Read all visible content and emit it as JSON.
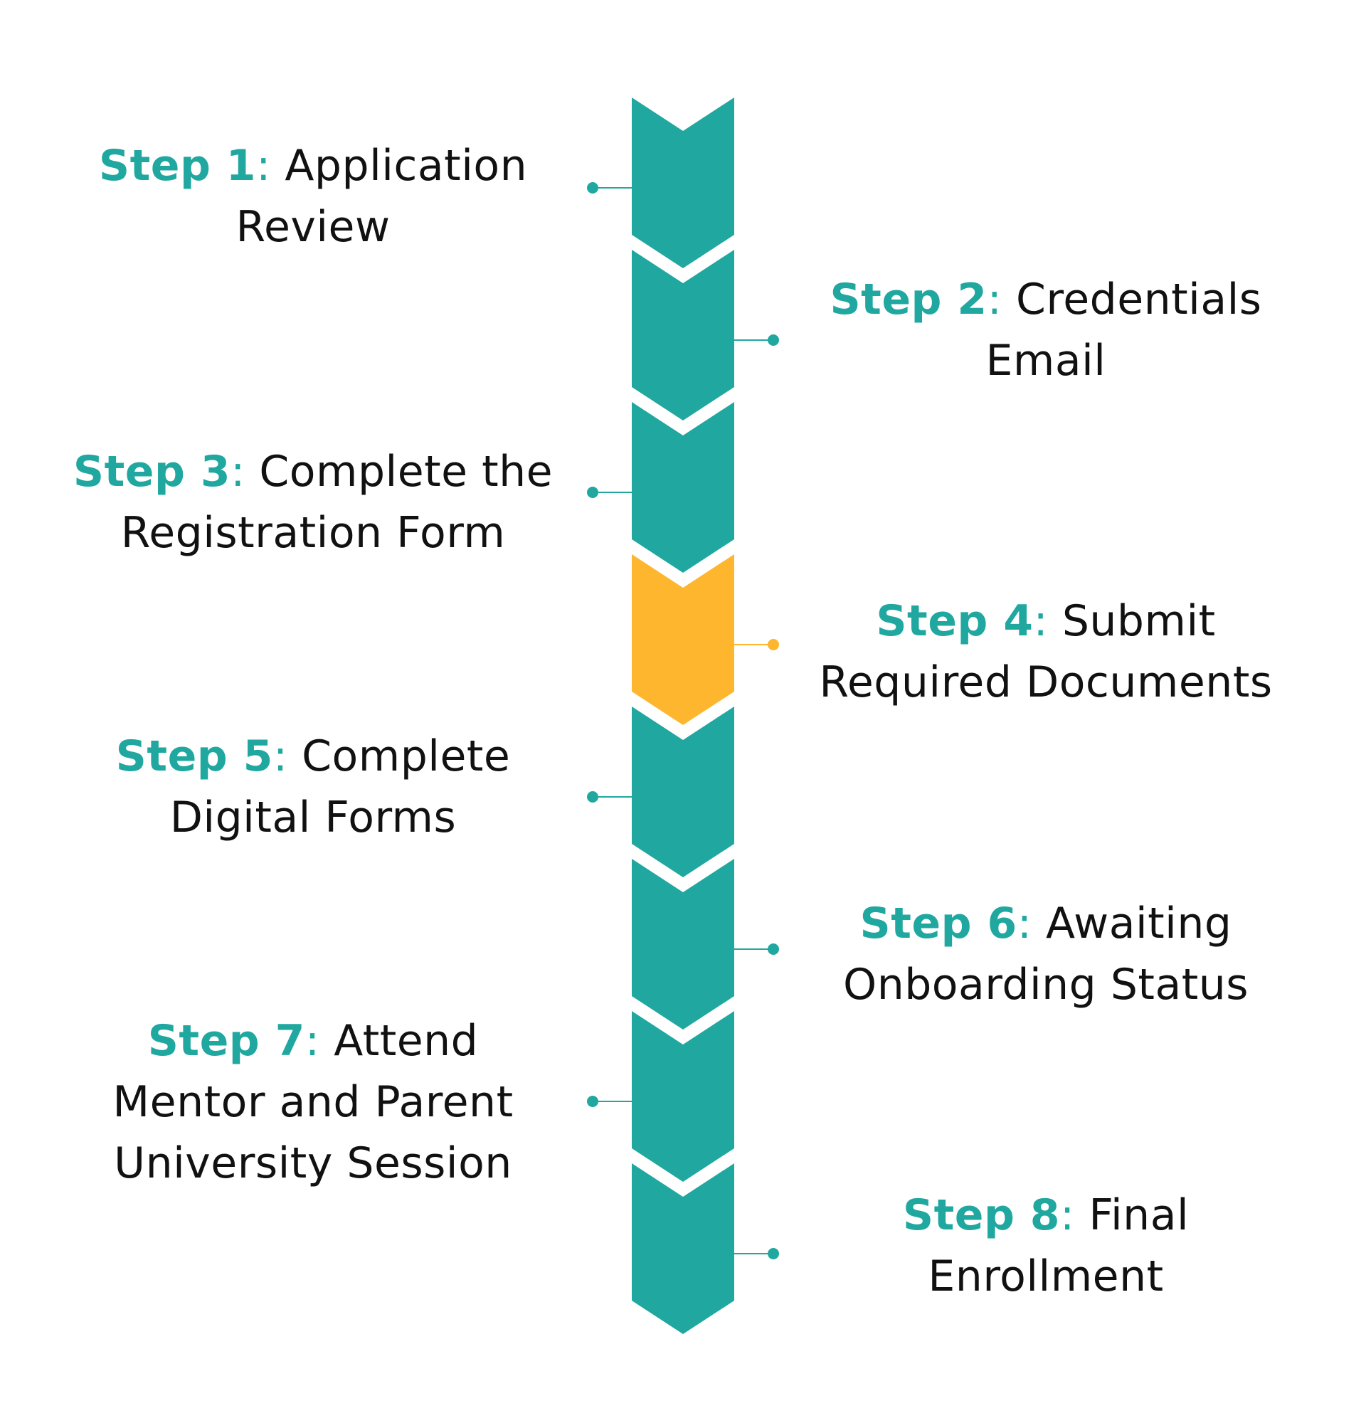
{
  "colors": {
    "accent": "#20A8A0",
    "highlight": "#FDB62E",
    "text": "#111111",
    "background": "#ffffff"
  },
  "steps": [
    {
      "label": "Step 1",
      "title": "Application\nReview",
      "side": "left",
      "highlight": false
    },
    {
      "label": "Step 2",
      "title": "Credentials\nEmail",
      "side": "right",
      "highlight": false
    },
    {
      "label": "Step 3",
      "title": "Complete the\nRegistration Form",
      "side": "left",
      "highlight": false
    },
    {
      "label": "Step 4",
      "title": "Submit\nRequired Documents",
      "side": "right",
      "highlight": true
    },
    {
      "label": "Step 5",
      "title": "Complete\nDigital Forms",
      "side": "left",
      "highlight": false
    },
    {
      "label": "Step 6",
      "title": "Awaiting\nOnboarding Status",
      "side": "right",
      "highlight": false
    },
    {
      "label": "Step 7",
      "title": "Attend\nMentor and Parent\nUniversity Session",
      "side": "left",
      "highlight": false
    },
    {
      "label": "Step 8",
      "title": "Final\nEnrollment",
      "side": "right",
      "highlight": false
    }
  ]
}
